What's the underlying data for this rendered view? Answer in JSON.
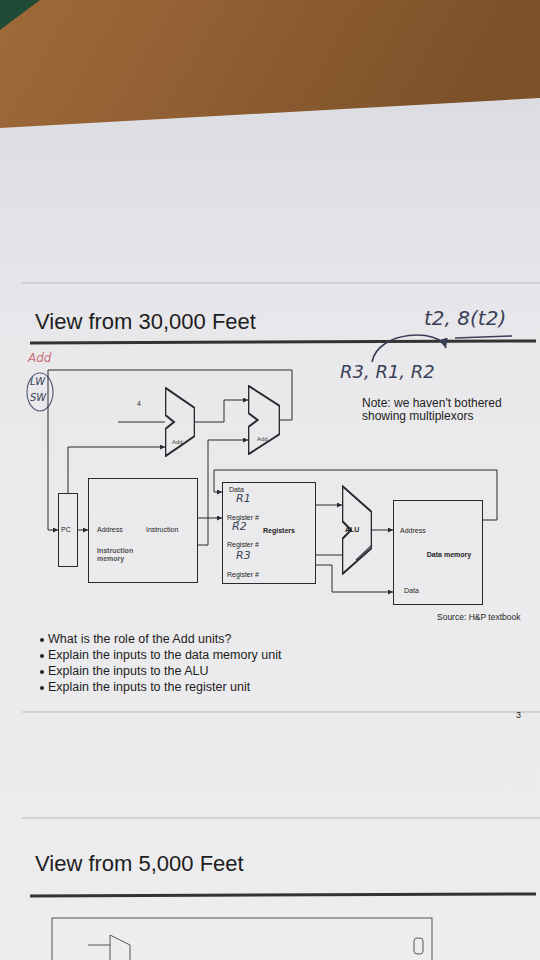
{
  "diagram": {
    "title": "View from 30,000 Feet",
    "nodes": [
      {
        "text": [
          "Add"
        ]
      },
      {
        "text": [
          "Add"
        ]
      },
      {
        "text": [
          "PC"
        ]
      },
      {
        "text": [
          "Address",
          "Instruction",
          "Instruction memory"
        ]
      },
      {
        "text": [
          "Data",
          "Register #",
          "Registers",
          "Register #",
          "Register #"
        ]
      },
      {
        "text": [
          "ALU"
        ]
      },
      {
        "text": [
          "Address",
          "Data memory",
          "Data"
        ]
      }
    ],
    "edges": [
      {
        "from": 2,
        "to": 3,
        "arrow": "to"
      },
      {
        "from": 2,
        "to": 0,
        "arrow": "to"
      },
      {
        "from": 0,
        "to": 1,
        "arrow": "to"
      },
      {
        "from": 1,
        "to": 2,
        "arrow": "to"
      },
      {
        "from": 3,
        "to": 4,
        "arrow": "to"
      },
      {
        "from": 3,
        "to": 1,
        "arrow": "to"
      },
      {
        "from": 4,
        "to": 5,
        "arrow": "to"
      },
      {
        "from": 5,
        "to": 6,
        "arrow": "to"
      },
      {
        "from": 6,
        "to": 4,
        "arrow": "to"
      },
      {
        "from": 4,
        "to": 6,
        "arrow": "to"
      }
    ],
    "labels": [
      "Add",
      "LW",
      "SW",
      "t2, 8(t2)",
      "R3, R1, R2",
      "4",
      "R1",
      "R2",
      "R3",
      "Note: we haven't bothered showing multiplexors",
      "Source: H&P textbook",
      "What is the role of the Add units?",
      "Explain the inputs to the data memory unit",
      "Explain the inputs to the ALU",
      "Explain the inputs to the register unit",
      "3",
      "View from 5,000 Feet"
    ]
  }
}
